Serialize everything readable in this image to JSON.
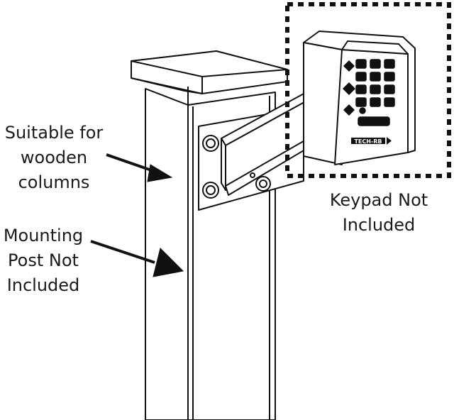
{
  "callouts": {
    "wooden_columns": [
      "Suitable for",
      "wooden",
      "columns"
    ],
    "mounting_post": [
      "Mounting",
      "Post Not",
      "Included"
    ],
    "keypad": [
      "Keypad Not",
      "Included"
    ]
  },
  "keypad": {
    "brand": "TECH-RB",
    "key_count": 12
  },
  "colors": {
    "line": "#111111",
    "fill": "#ffffff"
  }
}
